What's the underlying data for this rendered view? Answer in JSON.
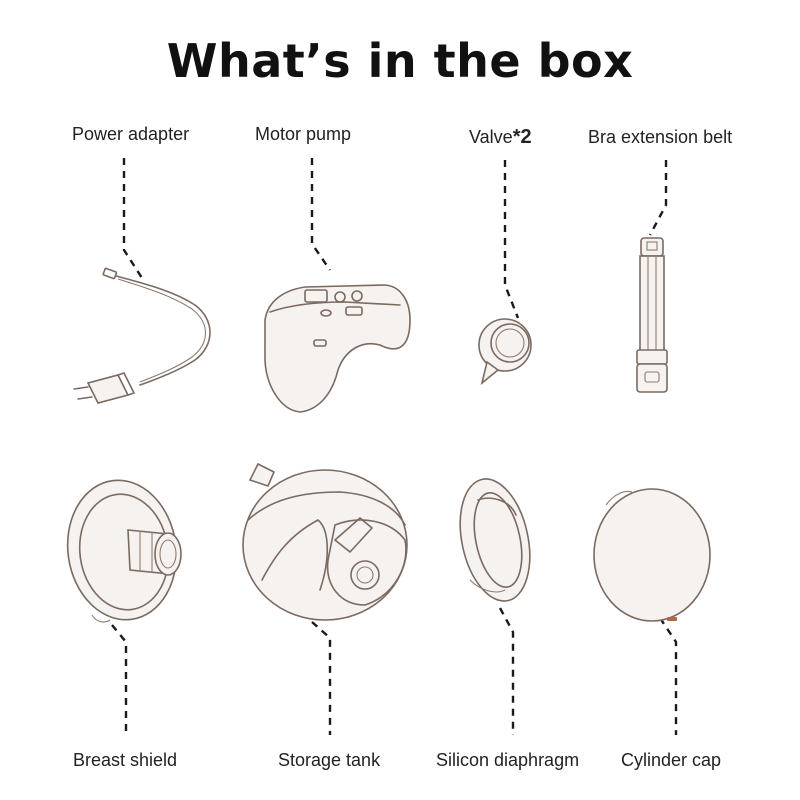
{
  "title": "What’s in the box",
  "items": {
    "power_adapter": {
      "label": "Power adapter"
    },
    "motor_pump": {
      "label": "Motor pump"
    },
    "valve": {
      "label": "Valve",
      "qty": "*2"
    },
    "bra_belt": {
      "label": "Bra extension belt"
    },
    "breast_shield": {
      "label": "Breast shield"
    },
    "storage_tank": {
      "label": "Storage tank"
    },
    "silicon_diaphragm": {
      "label": "Silicon diaphragm"
    },
    "cylinder_cap": {
      "label": "Cylinder cap"
    }
  },
  "colors": {
    "text": "#1a1a1a",
    "line_art": "#7a6a62",
    "accent": "#b0684a"
  }
}
